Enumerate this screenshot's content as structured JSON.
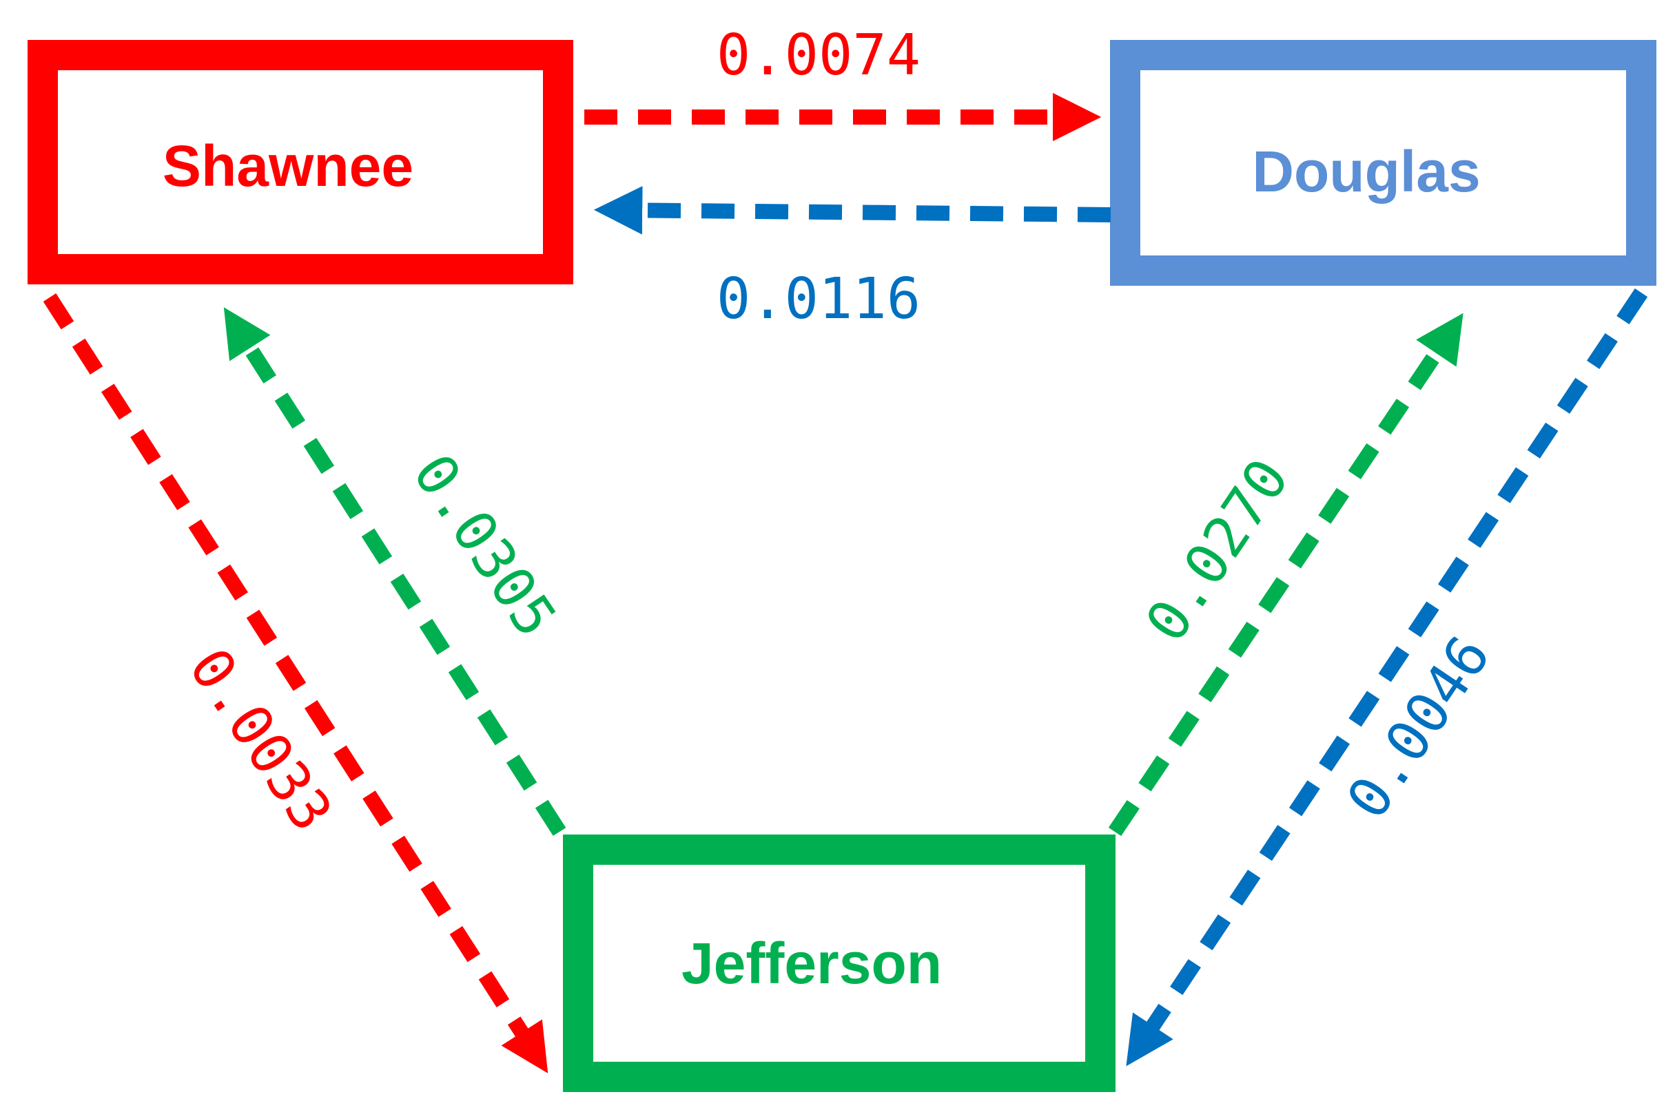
{
  "nodes": {
    "shawnee": {
      "label": "Shawnee",
      "color": "#ff0000"
    },
    "douglas": {
      "label": "Douglas",
      "color": "#5b8fd6"
    },
    "jefferson": {
      "label": "Jefferson",
      "color": "#00b050"
    }
  },
  "edges": {
    "shawnee_to_douglas": {
      "from": "Shawnee",
      "to": "Douglas",
      "value": "0.0074",
      "color": "#ff0000"
    },
    "douglas_to_shawnee": {
      "from": "Douglas",
      "to": "Shawnee",
      "value": "0.0116",
      "color": "#0070c0"
    },
    "shawnee_to_jefferson": {
      "from": "Shawnee",
      "to": "Jefferson",
      "value": "0.0033",
      "color": "#ff0000"
    },
    "jefferson_to_shawnee": {
      "from": "Jefferson",
      "to": "Shawnee",
      "value": "0.0305",
      "color": "#00b050"
    },
    "jefferson_to_douglas": {
      "from": "Jefferson",
      "to": "Douglas",
      "value": "0.0270",
      "color": "#00b050"
    },
    "douglas_to_jefferson": {
      "from": "Douglas",
      "to": "Jefferson",
      "value": "0.0046",
      "color": "#0070c0"
    }
  }
}
